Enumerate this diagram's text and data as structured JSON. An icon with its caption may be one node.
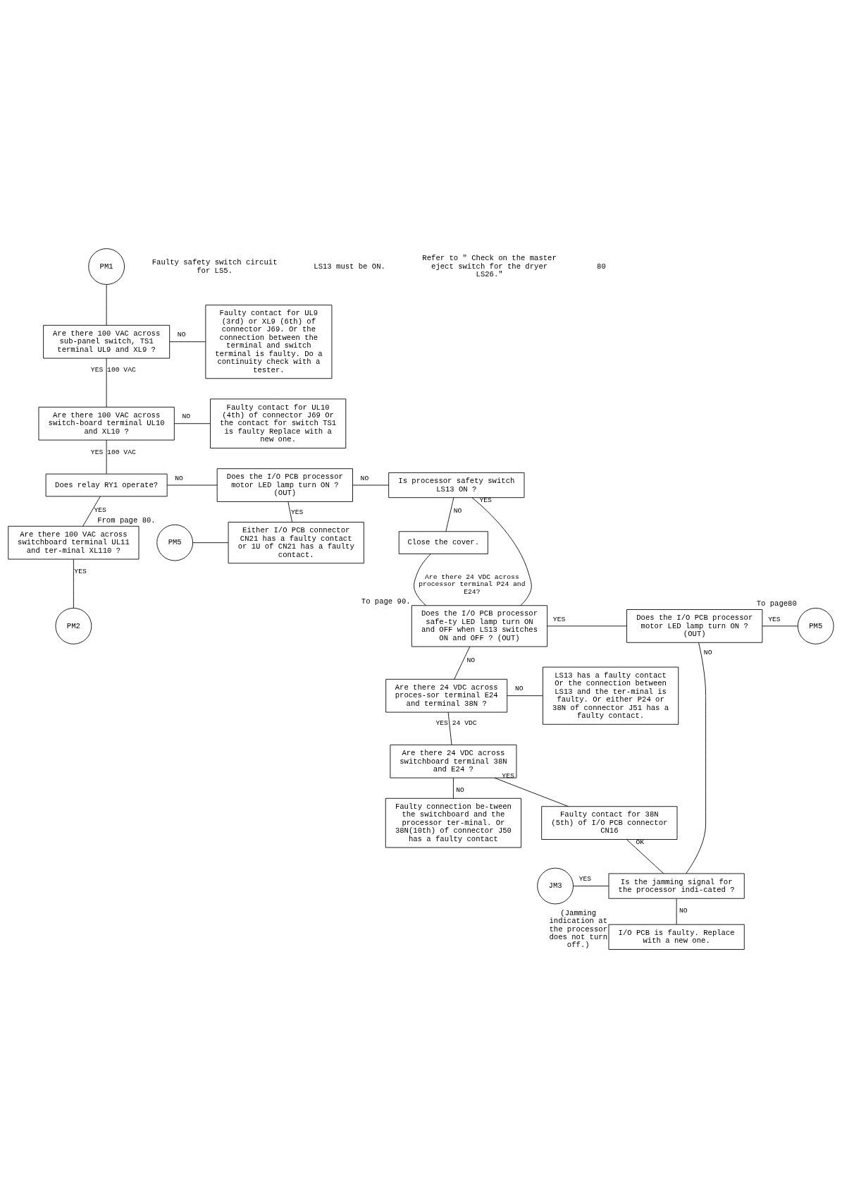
{
  "diagram": {
    "nodes": [
      {
        "text": [
          "PM1"
        ]
      },
      {
        "text": [
          "Are there 100 VAC across sub-panel switch, TS1 terminal UL9 and XL9 ?"
        ]
      },
      {
        "text": [
          "Faulty contact for UL9 (3rd) or XL9 (6th) of connector J69. Or the connection between the terminal and switch terminal is faulty. Do a continuity check with a tester."
        ]
      },
      {
        "text": [
          "Are there 100 VAC across switch-board terminal UL10 and XL10 ?"
        ]
      },
      {
        "text": [
          "Faulty contact for UL10 (4th) of connector J69 Or the contact for switch TS1 is faulty Replace with a new one."
        ]
      },
      {
        "text": [
          "Does relay RY1 operate?"
        ]
      },
      {
        "text": [
          "Does the I/O PCB processor motor LED lamp turn ON ? (OUT)"
        ]
      },
      {
        "text": [
          "Is processor safety switch LS13 ON ?"
        ]
      },
      {
        "text": [
          "Are there 100 VAC across switchboard terminal UL11 and ter-minal XL110 ?"
        ]
      },
      {
        "text": [
          "PM5"
        ],
        "beside": [
          "From page 80."
        ]
      },
      {
        "text": [
          "Either I/O PCB connector CN21 has a faulty contact or 1U of CN21 has a faulty contact."
        ]
      },
      {
        "text": [
          "Close the cover."
        ]
      },
      {
        "text": [
          "PM2"
        ]
      },
      {
        "text": [
          "Does the I/O PCB processor safe-ty LED lamp turn ON and OFF when LS13 switches ON and OFF ? (OUT)"
        ],
        "beside": [
          "To page 90."
        ]
      },
      {
        "text": [
          "Does the I/O PCB processor motor LED lamp turn ON ? (OUT)"
        ]
      },
      {
        "text": [
          "PM5"
        ],
        "beside": [
          "To page80"
        ]
      },
      {
        "text": [
          "Are there 24 VDC across proces-sor terminal E24 and terminal 38N ?"
        ]
      },
      {
        "text": [
          "LS13 has a faulty contact Or the connection between LS13 and the ter-minal is faulty. Or either P24 or 38N of connector J51 has a faulty contact."
        ]
      },
      {
        "text": [
          "Is the jamming signal for the processor indi-cated ?"
        ]
      },
      {
        "text": [
          "JM3"
        ]
      },
      {
        "text": [
          "Are there 24 VDC across switchboard terminal 38N and E24 ?"
        ]
      },
      {
        "text": [
          "Faulty connection be-tween the switchboard and the processor ter-minal. Or 38N(10th) of connector J50 has a faulty contact"
        ]
      },
      {
        "text": [
          "Faulty contact for 38N (5th) of I/O PCB connector CN16"
        ]
      },
      {
        "text": [
          "I/O PCB is faulty. Replace with a new one."
        ],
        "beside": [
          "(Jamming indication at the processor does not turn off.)"
        ]
      }
    ],
    "edges": [
      {
        "from": 0,
        "to": 1,
        "arrow": "none"
      },
      {
        "from": 1,
        "to": 2,
        "arrow": "none",
        "label": "NO"
      },
      {
        "from": 1,
        "to": 3,
        "arrow": "none",
        "label": "YES 100 VAC"
      },
      {
        "from": 3,
        "to": 4,
        "arrow": "none",
        "label": "NO"
      },
      {
        "from": 3,
        "to": 5,
        "arrow": "none",
        "label": "YES 100 VAC"
      },
      {
        "from": 5,
        "to": 6,
        "arrow": "none",
        "label": "NO"
      },
      {
        "from": 5,
        "to": 8,
        "arrow": "none",
        "label": "YES"
      },
      {
        "from": 6,
        "to": 7,
        "arrow": "none",
        "label": "NO"
      },
      {
        "from": 6,
        "to": 10,
        "arrow": "none",
        "label": "YES"
      },
      {
        "from": 7,
        "to": 11,
        "arrow": "none",
        "label": "NO"
      },
      {
        "from": 7,
        "to": 13,
        "arrow": "none",
        "label": "YES"
      },
      {
        "from": 8,
        "to": 12,
        "arrow": "none",
        "label": "YES"
      },
      {
        "from": 9,
        "to": 10,
        "arrow": "none"
      },
      {
        "from": 11,
        "to": 13,
        "arrow": "none",
        "label": "Are there 24 VDC across processor terminal P24 and E24?"
      },
      {
        "from": 13,
        "to": 14,
        "arrow": "none",
        "label": "YES"
      },
      {
        "from": 13,
        "to": 16,
        "arrow": "none",
        "label": "NO"
      },
      {
        "from": 14,
        "to": 15,
        "arrow": "none",
        "label": "YES"
      },
      {
        "from": 14,
        "to": 18,
        "arrow": "none",
        "label": "NO"
      },
      {
        "from": 16,
        "to": 17,
        "arrow": "none",
        "label": "NO"
      },
      {
        "from": 16,
        "to": 20,
        "arrow": "none",
        "label": "YES 24 VDC"
      },
      {
        "from": 18,
        "to": 23,
        "arrow": "none",
        "label": "NO"
      },
      {
        "from": 19,
        "to": 18,
        "arrow": "none",
        "label": "YES"
      },
      {
        "from": 20,
        "to": 21,
        "arrow": "none",
        "label": "NO"
      },
      {
        "from": 20,
        "to": 22,
        "arrow": "none",
        "label": "YES"
      },
      {
        "from": 22,
        "to": 18,
        "arrow": "none",
        "label": "OK"
      }
    ],
    "labels": [
      "Faulty safety switch circuit for LS5.",
      "LS13 must be ON.",
      "Refer to \" Check on the master eject switch for the dryer LS26.\"",
      "80"
    ]
  }
}
